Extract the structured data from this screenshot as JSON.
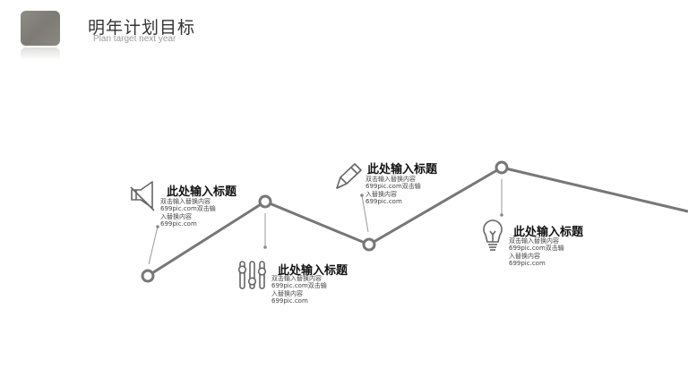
{
  "header": {
    "title": "明年计划目标",
    "subtitle": "Plan target next year"
  },
  "colors": {
    "line": "#777777",
    "accent": "#8a8882"
  },
  "items": [
    {
      "icon": "speaker-icon",
      "title": "此处输入标题",
      "body": [
        "双击输入替换内容",
        "699pic.com双击输",
        "入替换内容",
        "699pic.com"
      ]
    },
    {
      "icon": "sliders-icon",
      "title": "此处输入标题",
      "body": [
        "双击输入替换内容",
        "699pic.com双击输",
        "入替换内容",
        "699pic.com"
      ]
    },
    {
      "icon": "pencil-icon",
      "title": "此处输入标题",
      "body": [
        "双击输入替换内容",
        "699pic.com双击输",
        "入替换内容",
        "699pic.com"
      ]
    },
    {
      "icon": "lightbulb-icon",
      "title": "此处输入标题",
      "body": [
        "双击输入替换内容",
        "699pic.com双击输",
        "入替换内容",
        "699pic.com"
      ]
    }
  ]
}
